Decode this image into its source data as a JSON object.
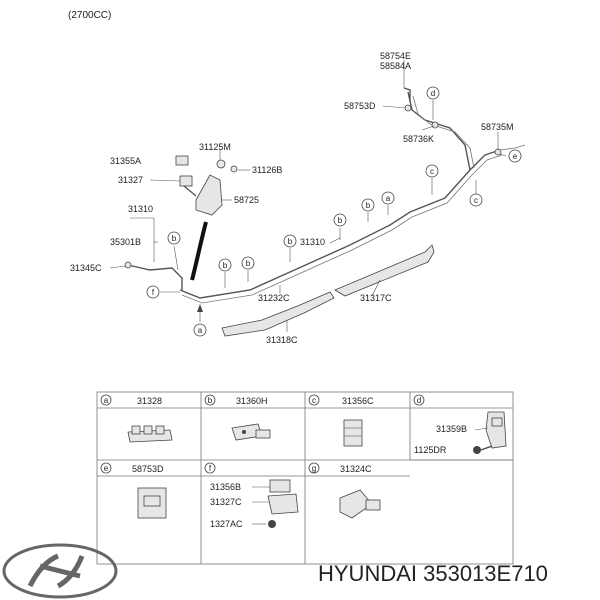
{
  "engine_note": "(2700CC)",
  "callouts": {
    "c58754E": "58754E",
    "c58584A": "58584A",
    "c58753D": "58753D",
    "c58736K": "58736K",
    "c58735M": "58735M",
    "c31125M": "31125M",
    "c31355A": "31355A",
    "c31126B": "31126B",
    "c31327": "31327",
    "c58725": "58725",
    "c31310a": "31310",
    "c31310b": "31310",
    "c35301B": "35301B",
    "c31345C": "31345C",
    "c31232C": "31232C",
    "c31317C": "31317C",
    "c31318C": "31318C"
  },
  "bubbles": {
    "a": "a",
    "b": "b",
    "c": "c",
    "d": "d",
    "e": "e",
    "f": "f",
    "g": "g"
  },
  "table": {
    "a": {
      "letter": "a",
      "part": "31328"
    },
    "b": {
      "letter": "b",
      "part": "31360H"
    },
    "c": {
      "letter": "c",
      "part": "31356C"
    },
    "d": {
      "letter": "d",
      "part": "31359B",
      "sub": "1125DR"
    },
    "e": {
      "letter": "e",
      "part": "58753D"
    },
    "f": {
      "letter": "f",
      "part": "31356B",
      "sub1": "31327C",
      "sub2": "1327AC"
    },
    "g": {
      "letter": "g",
      "part": "31324C"
    }
  },
  "brand": {
    "caption": "HYUNDAI 353013E710",
    "logo": "hyundai-logo"
  }
}
